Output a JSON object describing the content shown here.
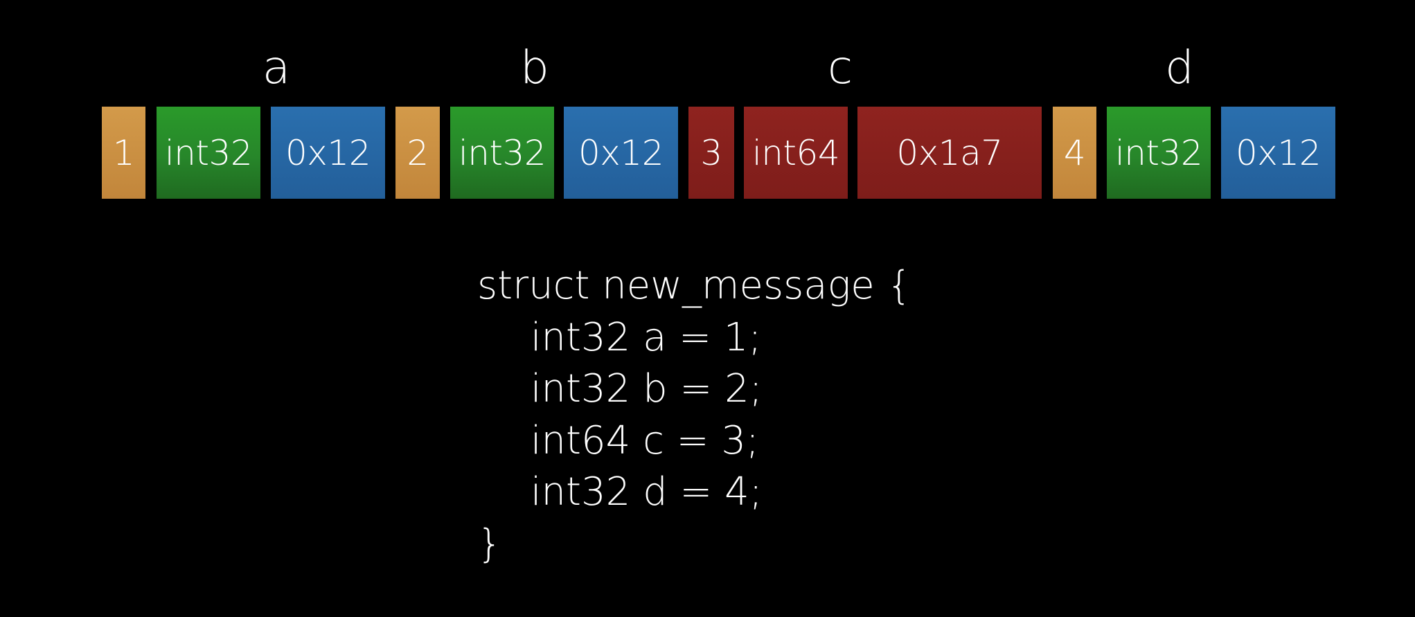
{
  "diagram": {
    "field_labels": [
      "a",
      "b",
      "c",
      "d"
    ],
    "fields": [
      {
        "tag": "1",
        "type": "int32",
        "value": "0x12"
      },
      {
        "tag": "2",
        "type": "int32",
        "value": "0x12"
      },
      {
        "tag": "3",
        "type": "int64",
        "value": "0x1a7"
      },
      {
        "tag": "4",
        "type": "int32",
        "value": "0x12"
      }
    ]
  },
  "code": {
    "open": "struct new_message {",
    "lines": [
      "int32 a = 1;",
      "int32 b = 2;",
      "int64 c = 3;",
      "int32 d = 4;"
    ],
    "close": "}"
  },
  "colors": {
    "tag": "#c98f42",
    "type_int32": "#27862a",
    "value": "#2564a0",
    "field_c": "#85201c",
    "background": "#000000",
    "text": "#ffffff"
  }
}
